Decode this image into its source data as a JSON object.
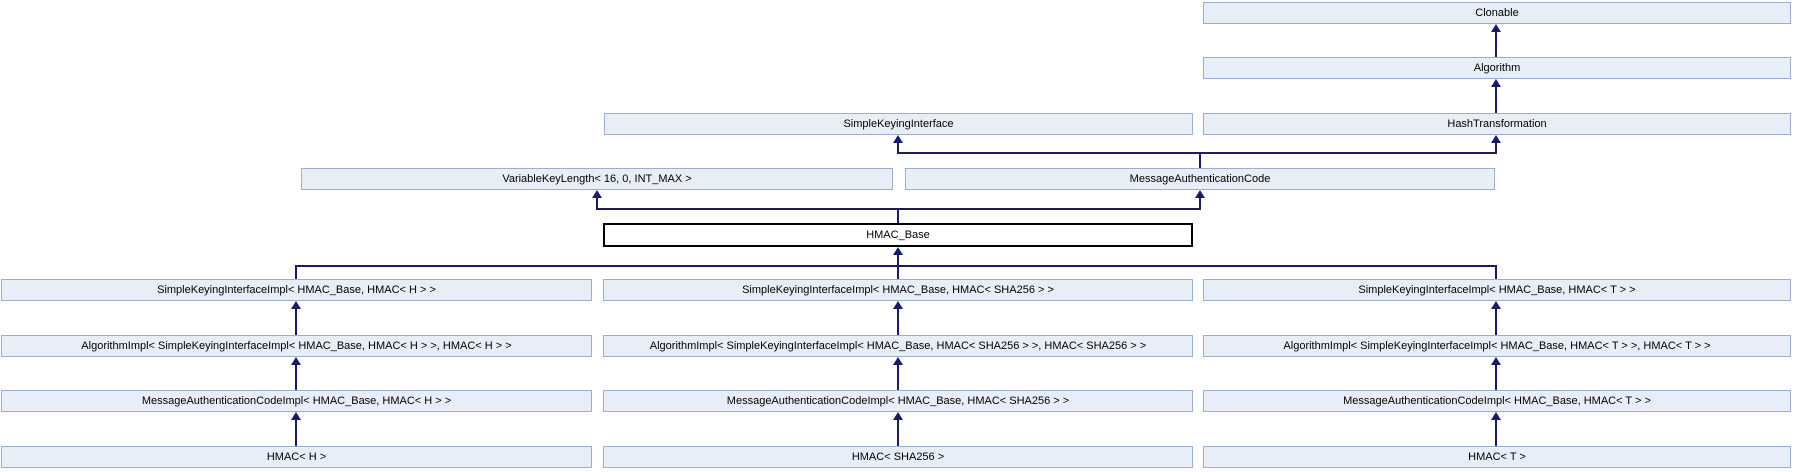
{
  "colors": {
    "node_fill": "#E8EEF7",
    "node_border": "#9DADD2",
    "arrow": "#191970",
    "focus_fill": "#FFFFFF",
    "focus_border": "#000000"
  },
  "nodes": {
    "clonable": "Clonable",
    "algorithm": "Algorithm",
    "simple_keying_interface": "SimpleKeyingInterface",
    "hash_transformation": "HashTransformation",
    "variable_key_length": "VariableKeyLength< 16, 0, INT_MAX >",
    "message_authentication_code": "MessageAuthenticationCode",
    "hmac_base": "HMAC_Base",
    "ski_impl_h": "SimpleKeyingInterfaceImpl< HMAC_Base, HMAC< H > >",
    "ski_impl_sha256": "SimpleKeyingInterfaceImpl< HMAC_Base, HMAC< SHA256 > >",
    "ski_impl_t": "SimpleKeyingInterfaceImpl< HMAC_Base, HMAC< T > >",
    "algo_impl_h": "AlgorithmImpl< SimpleKeyingInterfaceImpl< HMAC_Base, HMAC< H > >, HMAC< H > >",
    "algo_impl_sha256": "AlgorithmImpl< SimpleKeyingInterfaceImpl< HMAC_Base, HMAC< SHA256 > >, HMAC< SHA256 > >",
    "algo_impl_t": "AlgorithmImpl< SimpleKeyingInterfaceImpl< HMAC_Base, HMAC< T > >, HMAC< T > >",
    "mac_impl_h": "MessageAuthenticationCodeImpl< HMAC_Base, HMAC< H > >",
    "mac_impl_sha256": "MessageAuthenticationCodeImpl< HMAC_Base, HMAC< SHA256 > >",
    "mac_impl_t": "MessageAuthenticationCodeImpl< HMAC_Base, HMAC< T > >",
    "hmac_h": "HMAC< H >",
    "hmac_sha256": "HMAC< SHA256 >",
    "hmac_t": "HMAC< T >"
  },
  "edges": [
    {
      "from": "algorithm",
      "to": "clonable"
    },
    {
      "from": "hash_transformation",
      "to": "algorithm"
    },
    {
      "from": "message_authentication_code",
      "to": "simple_keying_interface"
    },
    {
      "from": "message_authentication_code",
      "to": "hash_transformation"
    },
    {
      "from": "hmac_base",
      "to": "variable_key_length"
    },
    {
      "from": "hmac_base",
      "to": "message_authentication_code"
    },
    {
      "from": "ski_impl_h",
      "to": "hmac_base"
    },
    {
      "from": "ski_impl_sha256",
      "to": "hmac_base"
    },
    {
      "from": "ski_impl_t",
      "to": "hmac_base"
    },
    {
      "from": "algo_impl_h",
      "to": "ski_impl_h"
    },
    {
      "from": "algo_impl_sha256",
      "to": "ski_impl_sha256"
    },
    {
      "from": "algo_impl_t",
      "to": "ski_impl_t"
    },
    {
      "from": "mac_impl_h",
      "to": "algo_impl_h"
    },
    {
      "from": "mac_impl_sha256",
      "to": "algo_impl_sha256"
    },
    {
      "from": "mac_impl_t",
      "to": "algo_impl_t"
    },
    {
      "from": "hmac_h",
      "to": "mac_impl_h"
    },
    {
      "from": "hmac_sha256",
      "to": "mac_impl_sha256"
    },
    {
      "from": "hmac_t",
      "to": "mac_impl_t"
    }
  ]
}
